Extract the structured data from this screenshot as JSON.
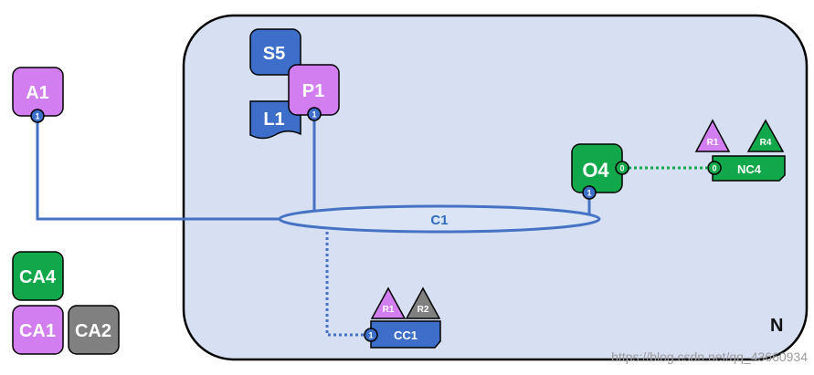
{
  "network": {
    "label": "N"
  },
  "colors": {
    "violet": "#d27ef0",
    "green": "#10a84a",
    "blue": "#3d6ec9",
    "grey": "#808080",
    "line_blue": "#4472c4",
    "background": "#d6e0f2"
  },
  "nodes": {
    "a1": {
      "label": "A1",
      "port": "1"
    },
    "s5": {
      "label": "S5"
    },
    "p1": {
      "label": "P1",
      "port": "1"
    },
    "l1": {
      "label": "L1"
    },
    "o4": {
      "label": "O4",
      "port_right": "0",
      "port_bottom": "1"
    },
    "nc4": {
      "label": "NC4",
      "port": "0",
      "tags": [
        "R1",
        "R4"
      ]
    },
    "cc1": {
      "label": "CC1",
      "port": "1",
      "tags": [
        "R1",
        "R2"
      ]
    },
    "c1": {
      "label": "C1"
    }
  },
  "legend": {
    "ca4": "CA4",
    "ca1": "CA1",
    "ca2": "CA2"
  },
  "watermark": "https://blog.csdn.net/qq_43660934"
}
